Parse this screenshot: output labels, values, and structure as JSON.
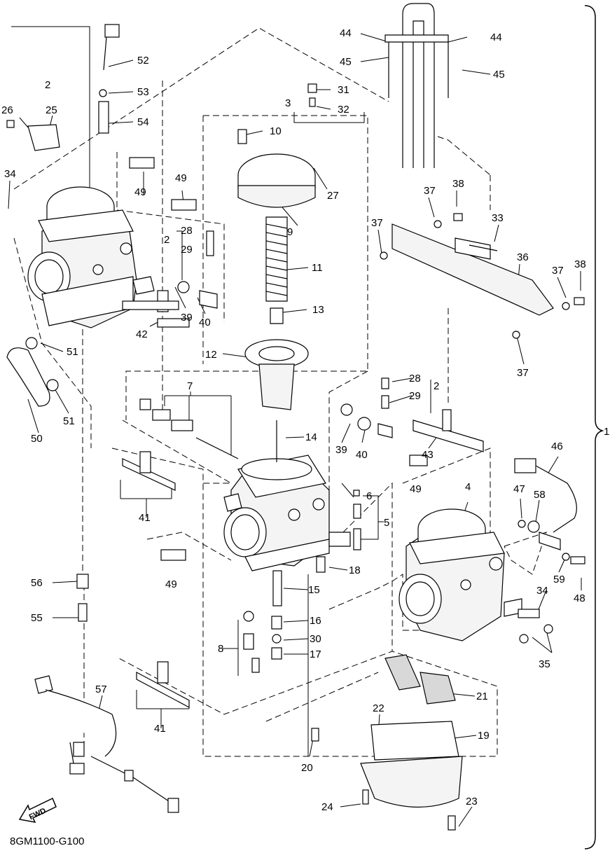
{
  "diagram": {
    "code": "8GM1100-G100",
    "fwd_label": "FWD",
    "assembly_ref": "1",
    "callouts": {
      "n2a": "2",
      "n25": "25",
      "n26": "26",
      "n34a": "34",
      "n52": "52",
      "n53": "53",
      "n54": "54",
      "n44a": "44",
      "n44b": "44",
      "n45a": "45",
      "n45b": "45",
      "n31": "31",
      "n32": "32",
      "n3": "3",
      "n10": "10",
      "n27": "27",
      "n9": "9",
      "n11": "11",
      "n13": "13",
      "n12": "12",
      "n14": "14",
      "n49a": "49",
      "n49b": "49",
      "n49c": "49",
      "n49d": "49",
      "n28a": "28",
      "n29a": "29",
      "n2b": "2",
      "n39a": "39",
      "n40a": "40",
      "n42": "42",
      "n51a": "51",
      "n51b": "51",
      "n50": "50",
      "n37a": "37",
      "n38a": "38",
      "n33": "33",
      "n37b": "37",
      "n36": "36",
      "n37c": "37",
      "n38b": "38",
      "n37d": "37",
      "n7": "7",
      "n28b": "28",
      "n2c": "2",
      "n29b": "29",
      "n39b": "39",
      "n40b": "40",
      "n43": "43",
      "n41a": "41",
      "n6": "6",
      "n5": "5",
      "n18": "18",
      "n15": "15",
      "n4": "4",
      "n46": "46",
      "n47": "47",
      "n58": "58",
      "n59": "59",
      "n48": "48",
      "n34b": "34",
      "n35": "35",
      "n56": "56",
      "n55": "55",
      "n8": "8",
      "n16": "16",
      "n30": "30",
      "n17": "17",
      "n57": "57",
      "n41b": "41",
      "n21": "21",
      "n22": "22",
      "n19": "19",
      "n20": "20",
      "n24": "24",
      "n23": "23"
    }
  }
}
